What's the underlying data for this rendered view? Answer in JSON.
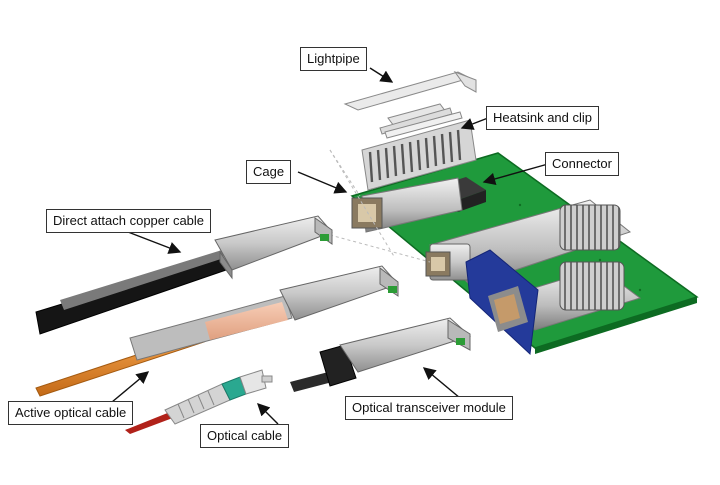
{
  "labels": {
    "lightpipe": "Lightpipe",
    "heatsink": "Heatsink and clip",
    "cage": "Cage",
    "connector": "Connector",
    "dac": "Direct attach copper cable",
    "aoc": "Active optical cable",
    "optical_cable": "Optical cable",
    "transceiver": "Optical transceiver module"
  },
  "colors": {
    "pcb": "#1f9a3c",
    "pcb_edge": "#0d6b22",
    "bezel": "#243a9a",
    "metal": "#c9c9c9",
    "metal_dark": "#8f8f8f",
    "cable_black": "#151515",
    "cable_orange": "#e0882a",
    "fiber_red": "#b1221a",
    "clip_green": "#2c9c36"
  }
}
